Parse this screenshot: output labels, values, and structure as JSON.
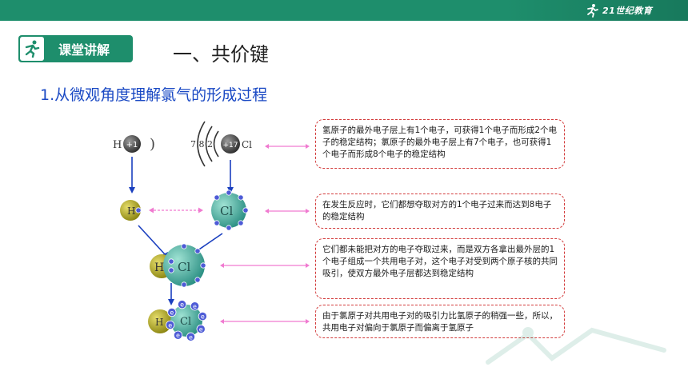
{
  "header": {
    "logo_text": "21世纪教育"
  },
  "badge": {
    "label": "课堂讲解"
  },
  "title": "一、共价键",
  "subtitle": "1.从微观角度理解氯气的形成过程",
  "diagram": {
    "h_atom_label": "H",
    "h_nucleus": "+1",
    "h_bracket": ")",
    "cl_shells": "7 8 2",
    "cl_nucleus": "+17",
    "cl_atom_label": "Cl",
    "h_ion": "H",
    "cl_ion": "Cl",
    "molecule_h": "H",
    "molecule_cl": "Cl",
    "electron": "e"
  },
  "explanations": [
    "氢原子的最外电子层上有1个电子，可获得1个电子而形成2个电子的稳定结构；氯原子的最外电子层上有7个电子，也可获得1个电子而形成8个电子的稳定结构",
    "在发生反应时，它们都想夺取对方的1个电子过来而达到8电子的稳定结构",
    "它们都未能把对方的电子夺取过来，而是双方各拿出最外层的1个电子组成一个共用电子对，这个电子对受到两个原子核的共同吸引，使双方最外电子层都达到稳定结构",
    "由于氯原子对共用电子对的吸引力比氢原子的稍强一些，所以，共用电子对偏向于氯原子而偏离于氢原子"
  ],
  "colors": {
    "brand_green": "#1e8e6c",
    "subtitle_blue": "#1a49c4",
    "box_border_red": "#d23a3a",
    "arrow_pink": "#f07ad0"
  }
}
